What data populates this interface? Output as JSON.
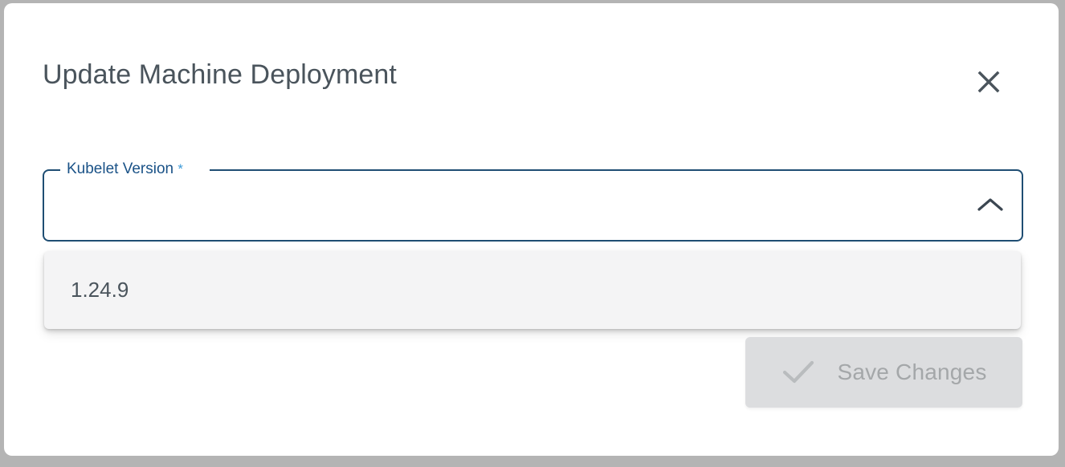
{
  "dialog": {
    "title": "Update Machine Deployment",
    "close_icon": "close-icon"
  },
  "form": {
    "kubelet_version": {
      "label": "Kubelet Version",
      "required_marker": "*",
      "value": "",
      "placeholder": "",
      "toggle_icon": "chevron-up-icon",
      "expanded": true,
      "options": [
        {
          "label": "1.24.9"
        }
      ]
    }
  },
  "actions": {
    "save": {
      "label": "Save Changes",
      "icon": "check-icon",
      "disabled": true
    }
  },
  "colors": {
    "backdrop": "#b4b4b4",
    "dialog_bg": "#ffffff",
    "title_text": "#4a545c",
    "field_border": "#1f4e73",
    "field_label": "#1a5287",
    "required_asterisk": "#3d9ad8",
    "dropdown_bg": "#f4f4f5",
    "option_text": "#4a545c",
    "save_disabled_bg": "#dcdddf",
    "save_disabled_text": "#a4a7a9"
  }
}
